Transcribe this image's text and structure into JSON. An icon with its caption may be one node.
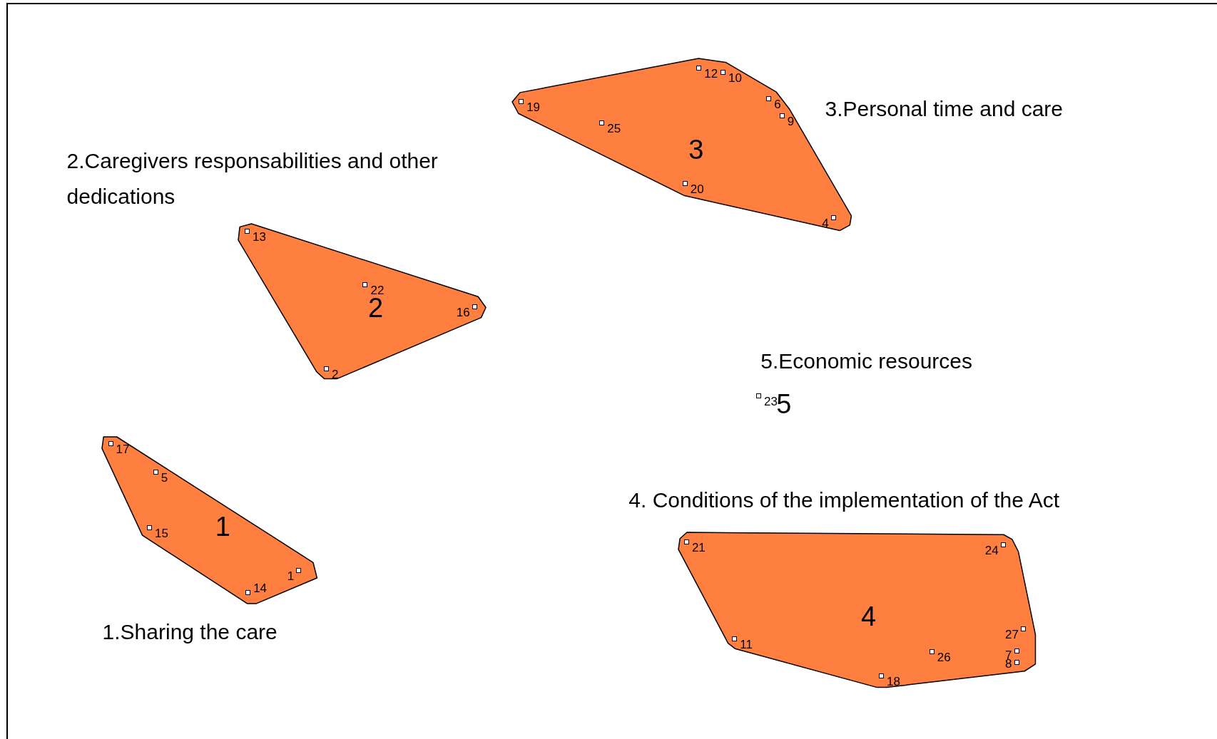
{
  "diagram": {
    "nodes": [
      {
        "text": [
          "3.Personal time and care",
          "3"
        ]
      },
      {
        "text": [
          "12"
        ],
        "in": 0
      },
      {
        "text": [
          "10"
        ],
        "in": 0
      },
      {
        "text": [
          "19"
        ],
        "in": 0
      },
      {
        "text": [
          "6"
        ],
        "in": 0
      },
      {
        "text": [
          "9"
        ],
        "in": 0
      },
      {
        "text": [
          "25"
        ],
        "in": 0
      },
      {
        "text": [
          "20"
        ],
        "in": 0
      },
      {
        "text": [
          "4"
        ],
        "in": 0
      },
      {
        "text": [
          "2.Caregivers responsabilities and other dedications",
          "2"
        ]
      },
      {
        "text": [
          "13"
        ],
        "in": 9
      },
      {
        "text": [
          "22"
        ],
        "in": 9
      },
      {
        "text": [
          "16"
        ],
        "in": 9
      },
      {
        "text": [
          "2"
        ],
        "in": 9
      },
      {
        "text": [
          "5.Economic resources",
          "5"
        ]
      },
      {
        "text": [
          "23"
        ]
      },
      {
        "text": [
          "1",
          "1.Sharing the care"
        ]
      },
      {
        "text": [
          "17"
        ],
        "in": 16
      },
      {
        "text": [
          "5"
        ],
        "in": 16
      },
      {
        "text": [
          "15"
        ],
        "in": 16
      },
      {
        "text": [
          "1"
        ],
        "in": 16
      },
      {
        "text": [
          "14"
        ],
        "in": 16
      },
      {
        "text": [
          "4. Conditions of the implementation of the Act",
          "4"
        ]
      },
      {
        "text": [
          "21"
        ],
        "in": 22
      },
      {
        "text": [
          "24"
        ],
        "in": 22
      },
      {
        "text": [
          "27"
        ],
        "in": 22
      },
      {
        "text": [
          "11"
        ],
        "in": 22
      },
      {
        "text": [
          "26"
        ],
        "in": 22
      },
      {
        "text": [
          "7"
        ],
        "in": 22
      },
      {
        "text": [
          "8"
        ],
        "in": 22
      },
      {
        "text": [
          "18"
        ],
        "in": 22
      }
    ]
  }
}
